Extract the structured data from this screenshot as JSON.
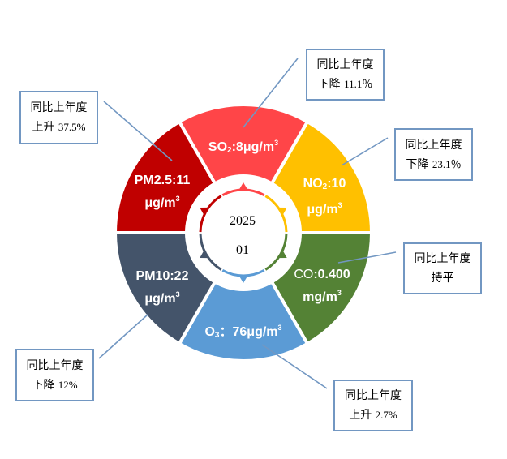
{
  "center": {
    "year": "2025",
    "month": "01"
  },
  "colors": {
    "line": "#7297C2",
    "gap": "#ffffff"
  },
  "segments": [
    {
      "id": "so2",
      "color": "#FF4548",
      "line1": {
        "formula": "SO",
        "sub": "2",
        "value": ":8μg/m",
        "sup": "3"
      },
      "callout": {
        "title": "同比上年度",
        "trend": "下降",
        "pct": "11.1％"
      }
    },
    {
      "id": "no2",
      "color": "#FFC000",
      "line1": {
        "formula": "NO",
        "sub": "2",
        "value": ":10"
      },
      "line2": {
        "unit": "μg/m",
        "sup": "3"
      },
      "callout": {
        "title": "同比上年度",
        "trend": "下降",
        "pct": "23.1％"
      }
    },
    {
      "id": "co",
      "color": "#548235",
      "line1": {
        "formula": "CO",
        "value": ":0.400"
      },
      "line2": {
        "unit": "mg/m",
        "sup": "3"
      },
      "callout": {
        "title": "同比上年度",
        "trend": "持平",
        "pct": ""
      }
    },
    {
      "id": "o3",
      "color": "#5B9BD5",
      "line1": {
        "formula": "O",
        "sub": "3",
        "value": "：76μg/m",
        "sup": "3"
      },
      "callout": {
        "title": "同比上年度",
        "trend": "上升",
        "pct": "2.7%"
      }
    },
    {
      "id": "pm10",
      "color": "#44546A",
      "line1": {
        "formula": "PM10",
        "value": ":22"
      },
      "line2": {
        "unit": "μg/m",
        "sup": "3"
      },
      "callout": {
        "title": "同比上年度",
        "trend": "下降",
        "pct": "12%"
      }
    },
    {
      "id": "pm25",
      "color": "#C00000",
      "line1": {
        "formula": "PM2.5",
        "value": ":11"
      },
      "line2": {
        "unit": "μg/m",
        "sup": "3"
      },
      "callout": {
        "title": "同比上年度",
        "trend": "上升",
        "pct": "37.5%"
      }
    }
  ]
}
